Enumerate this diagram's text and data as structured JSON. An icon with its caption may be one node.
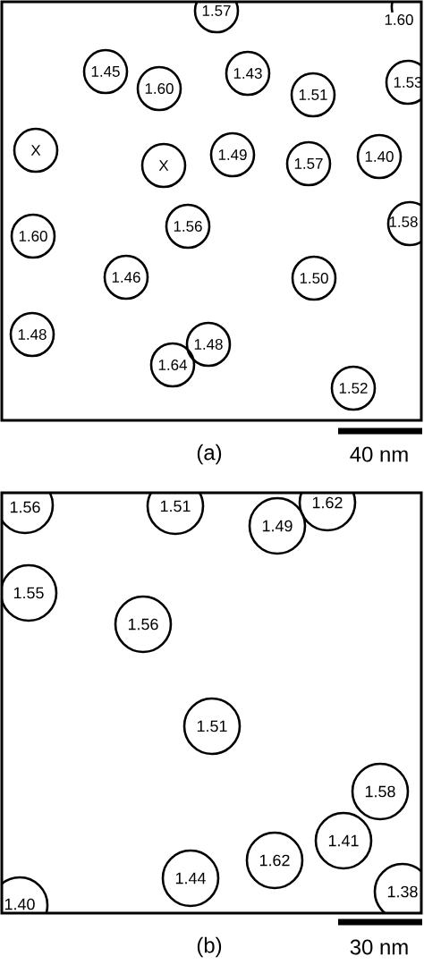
{
  "diagram": {
    "nodes": [
      {
        "text": [
          "(a)"
        ]
      },
      {
        "text": [
          "1.57"
        ],
        "in": 0
      },
      {
        "text": [
          "1.60"
        ],
        "in": 0
      },
      {
        "text": [
          "1.45"
        ],
        "in": 0
      },
      {
        "text": [
          "1.60"
        ],
        "in": 0
      },
      {
        "text": [
          "1.43"
        ],
        "in": 0
      },
      {
        "text": [
          "1.51"
        ],
        "in": 0
      },
      {
        "text": [
          "1.53"
        ],
        "in": 0
      },
      {
        "text": [
          "X"
        ],
        "in": 0
      },
      {
        "text": [
          "X"
        ],
        "in": 0
      },
      {
        "text": [
          "1.49"
        ],
        "in": 0
      },
      {
        "text": [
          "1.57"
        ],
        "in": 0
      },
      {
        "text": [
          "1.40"
        ],
        "in": 0
      },
      {
        "text": [
          "1.60"
        ],
        "in": 0
      },
      {
        "text": [
          "1.56"
        ],
        "in": 0
      },
      {
        "text": [
          "1.58"
        ],
        "in": 0
      },
      {
        "text": [
          "1.46"
        ],
        "in": 0
      },
      {
        "text": [
          "1.50"
        ],
        "in": 0
      },
      {
        "text": [
          "1.48"
        ],
        "in": 0
      },
      {
        "text": [
          "1.48"
        ],
        "in": 0
      },
      {
        "text": [
          "1.64"
        ],
        "in": 0
      },
      {
        "text": [
          "1.52"
        ],
        "in": 0
      },
      {
        "text": [
          "(b)"
        ]
      },
      {
        "text": [
          "1.56"
        ],
        "in": 22
      },
      {
        "text": [
          "1.51"
        ],
        "in": 22
      },
      {
        "text": [
          "1.49"
        ],
        "in": 22
      },
      {
        "text": [
          "1.62"
        ],
        "in": 22
      },
      {
        "text": [
          "1.55"
        ],
        "in": 22
      },
      {
        "text": [
          "1.56"
        ],
        "in": 22
      },
      {
        "text": [
          "1.51"
        ],
        "in": 22
      },
      {
        "text": [
          "1.58"
        ],
        "in": 22
      },
      {
        "text": [
          "1.41"
        ],
        "in": 22
      },
      {
        "text": [
          "1.62"
        ],
        "in": 22
      },
      {
        "text": [
          "1.44"
        ],
        "in": 22
      },
      {
        "text": [
          "1.40"
        ],
        "in": 22
      },
      {
        "text": [
          "1.38"
        ],
        "in": 22
      }
    ],
    "labels": [
      "40 nm",
      "30 nm"
    ]
  }
}
